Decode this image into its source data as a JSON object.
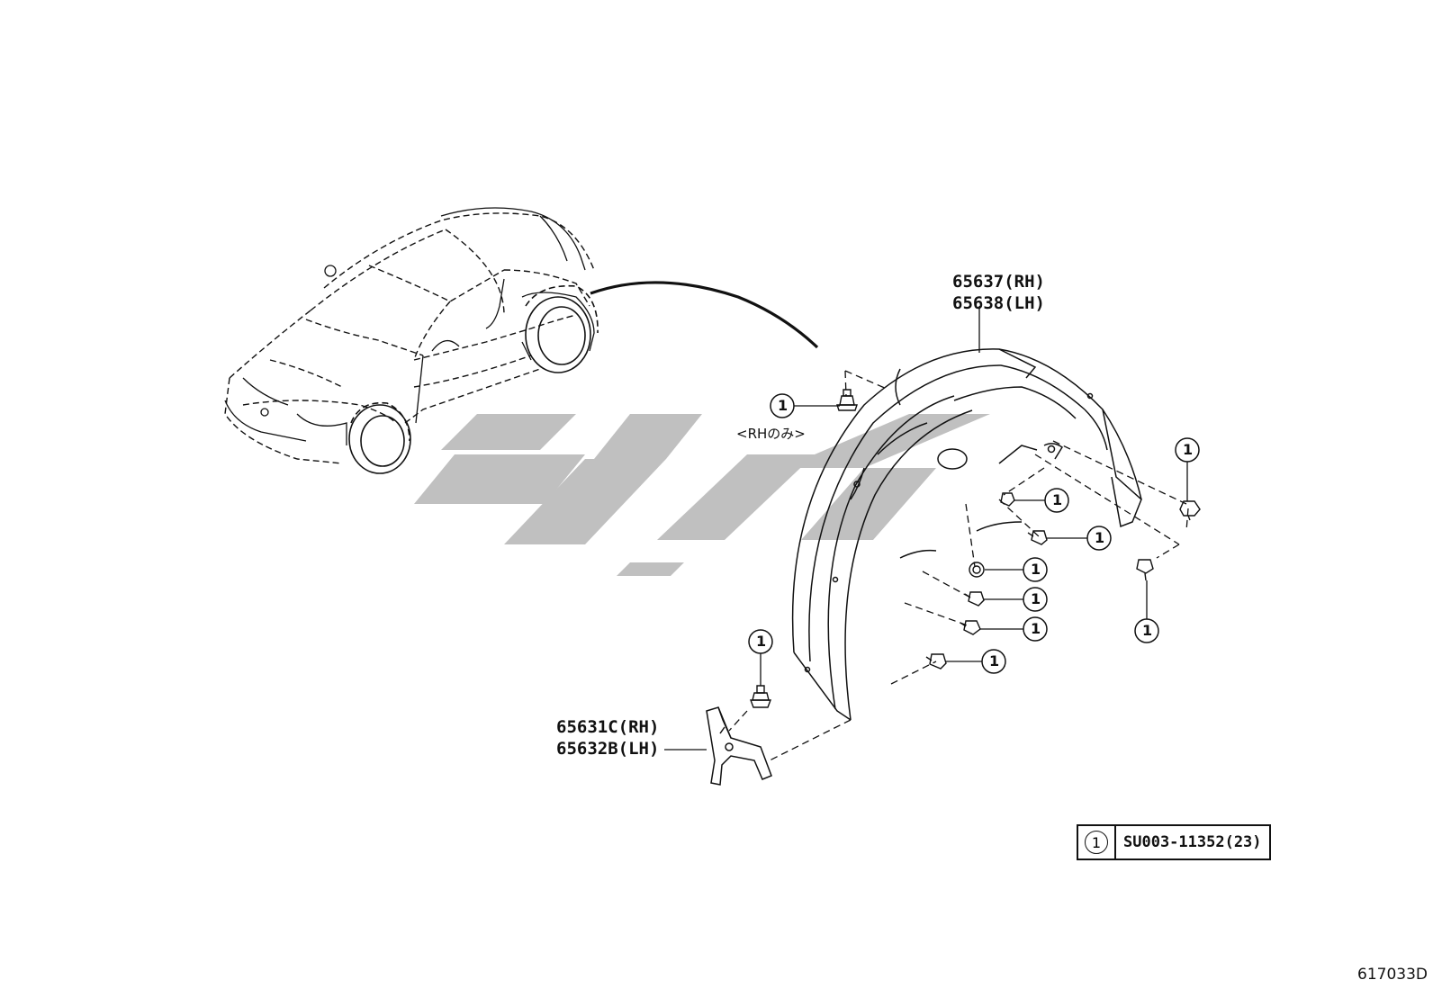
{
  "parts": {
    "liner_rh": "65637(RH)",
    "liner_lh": "65638(LH)",
    "bracket_rh": "65631C(RH)",
    "bracket_lh": "65632B(LH)"
  },
  "callout_number": "1",
  "rh_only_note": "<RHのみ>",
  "legend": {
    "number": "1",
    "part_number": "SU003-11352(23)"
  },
  "figure_id": "617033D",
  "watermark": "جی‌پارت",
  "colors": {
    "line": "#111111",
    "watermark": "#bdbdbd"
  }
}
